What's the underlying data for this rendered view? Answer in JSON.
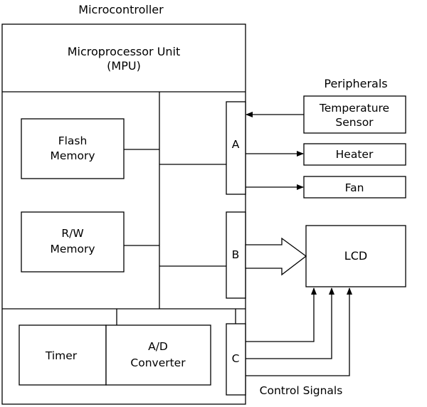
{
  "microcontroller": {
    "title": "Microcontroller",
    "mpu_line1": "Microprocessor Unit",
    "mpu_line2": "(MPU)",
    "flash_line1": "Flash",
    "flash_line2": "Memory",
    "rw_line1": "R/W",
    "rw_line2": "Memory",
    "port_a": "A",
    "port_b": "B",
    "port_c": "C",
    "timer": "Timer",
    "ad_line1": "A/D",
    "ad_line2": "Converter"
  },
  "peripherals": {
    "title": "Peripherals",
    "temp_line1": "Temperature",
    "temp_line2": "Sensor",
    "heater": "Heater",
    "fan": "Fan",
    "lcd": "LCD"
  },
  "control_signals_label": "Control Signals",
  "colors": {
    "line": "#000000",
    "background": "#ffffff"
  }
}
